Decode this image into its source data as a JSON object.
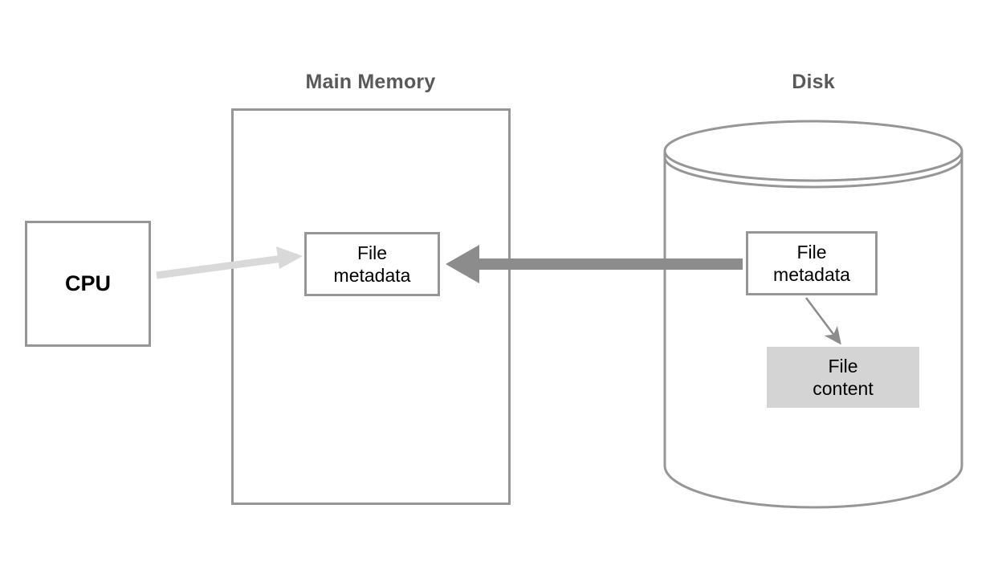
{
  "diagram": {
    "title_main_memory": "Main Memory",
    "title_disk": "Disk",
    "nodes": {
      "cpu": {
        "label": "CPU"
      },
      "memory_metadata": {
        "line1": "File",
        "line2": "metadata"
      },
      "disk_metadata": {
        "line1": "File",
        "line2": "metadata"
      },
      "disk_content": {
        "line1": "File",
        "line2": "content"
      }
    },
    "arrows": {
      "cpu_to_memory": {
        "name": "cpu-to-memory-arrow",
        "direction": "right",
        "style": "thin-light",
        "color": "#d9d9d9"
      },
      "disk_to_memory": {
        "name": "disk-to-memory-arrow",
        "direction": "left",
        "style": "thick-bold",
        "color": "#8c8c8c"
      },
      "metadata_to_content": {
        "name": "metadata-to-content-arrow",
        "direction": "down-right",
        "style": "thin",
        "color": "#8c8c8c"
      }
    },
    "colors": {
      "outline": "#969696",
      "title_text": "#595959",
      "content_fill": "#d4d4d4",
      "light_arrow": "#d9d9d9",
      "dark_arrow": "#8c8c8c",
      "background": "#ffffff"
    }
  }
}
